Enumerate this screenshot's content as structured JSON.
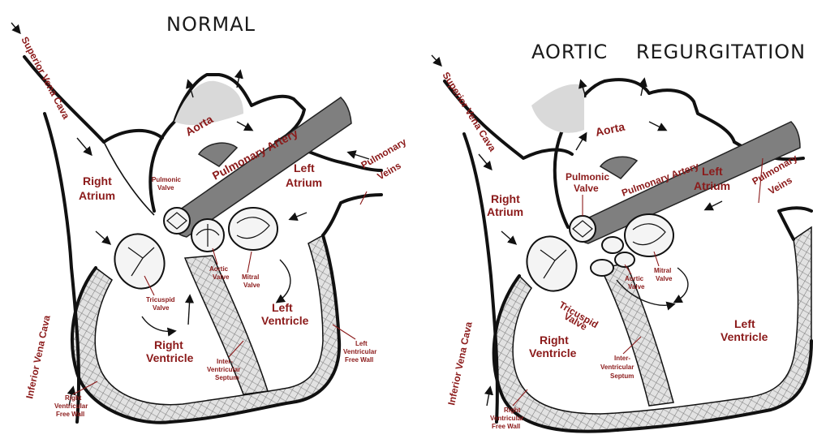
{
  "normal": {
    "title": "NORMAL",
    "labels": {
      "superior_vena_cava": "Superior Vena Cava",
      "inferior_vena_cava": "Inferior Vena Cava",
      "aorta": "Aorta",
      "pulmonary_artery": "Pulmonary Artery",
      "pulmonary_veins_1": "Pulmonary",
      "pulmonary_veins_2": "Veins",
      "right_atrium_1": "Right",
      "right_atrium_2": "Atrium",
      "left_atrium_1": "Left",
      "left_atrium_2": "Atrium",
      "pulmonic_valve_1": "Pulmonic",
      "pulmonic_valve_2": "Valve",
      "aortic_valve_1": "Aortic",
      "aortic_valve_2": "Valve",
      "mitral_valve_1": "Mitral",
      "mitral_valve_2": "Valve",
      "tricuspid_valve_1": "Tricuspid",
      "tricuspid_valve_2": "Valve",
      "right_ventricle_1": "Right",
      "right_ventricle_2": "Ventricle",
      "left_ventricle_1": "Left",
      "left_ventricle_2": "Ventricle",
      "septum_1": "Inter-",
      "septum_2": "Ventricular",
      "septum_3": "Septum",
      "lv_free_wall_1": "Left",
      "lv_free_wall_2": "Ventricular",
      "lv_free_wall_3": "Free Wall",
      "rv_free_wall_1": "Right",
      "rv_free_wall_2": "Ventricular",
      "rv_free_wall_3": "Free Wall"
    }
  },
  "regurgitation": {
    "title": "AORTIC    REGURGITATION",
    "labels": {
      "superior_vena_cava": "Superior Vena Cava",
      "inferior_vena_cava": "Inferior Vena Cava",
      "aorta": "Aorta",
      "pulmonary_artery": "Pulmonary Artery",
      "pulmonary_veins_1": "Pulmonary",
      "pulmonary_veins_2": "Veins",
      "right_atrium_1": "Right",
      "right_atrium_2": "Atrium",
      "left_atrium_1": "Left",
      "left_atrium_2": "Atrium",
      "pulmonic_valve_1": "Pulmonic",
      "pulmonic_valve_2": "Valve",
      "aortic_valve_1": "Aortic",
      "aortic_valve_2": "Valve",
      "mitral_valve_1": "Mitral",
      "mitral_valve_2": "Valve",
      "tricuspid_valve_1": "Tricuspid",
      "tricuspid_valve_2": "Valve",
      "right_ventricle_1": "Right",
      "right_ventricle_2": "Ventricle",
      "left_ventricle_1": "Left",
      "left_ventricle_2": "Ventricle",
      "septum_1": "Inter-",
      "septum_2": "Ventricular",
      "septum_3": "Septum",
      "rv_free_wall_1": "Right",
      "rv_free_wall_2": "Ventricular",
      "rv_free_wall_3": "Free Wall"
    }
  },
  "colors": {
    "label": "#8b1a1a",
    "ink": "#111111",
    "vessel": "#7f7f7f"
  }
}
